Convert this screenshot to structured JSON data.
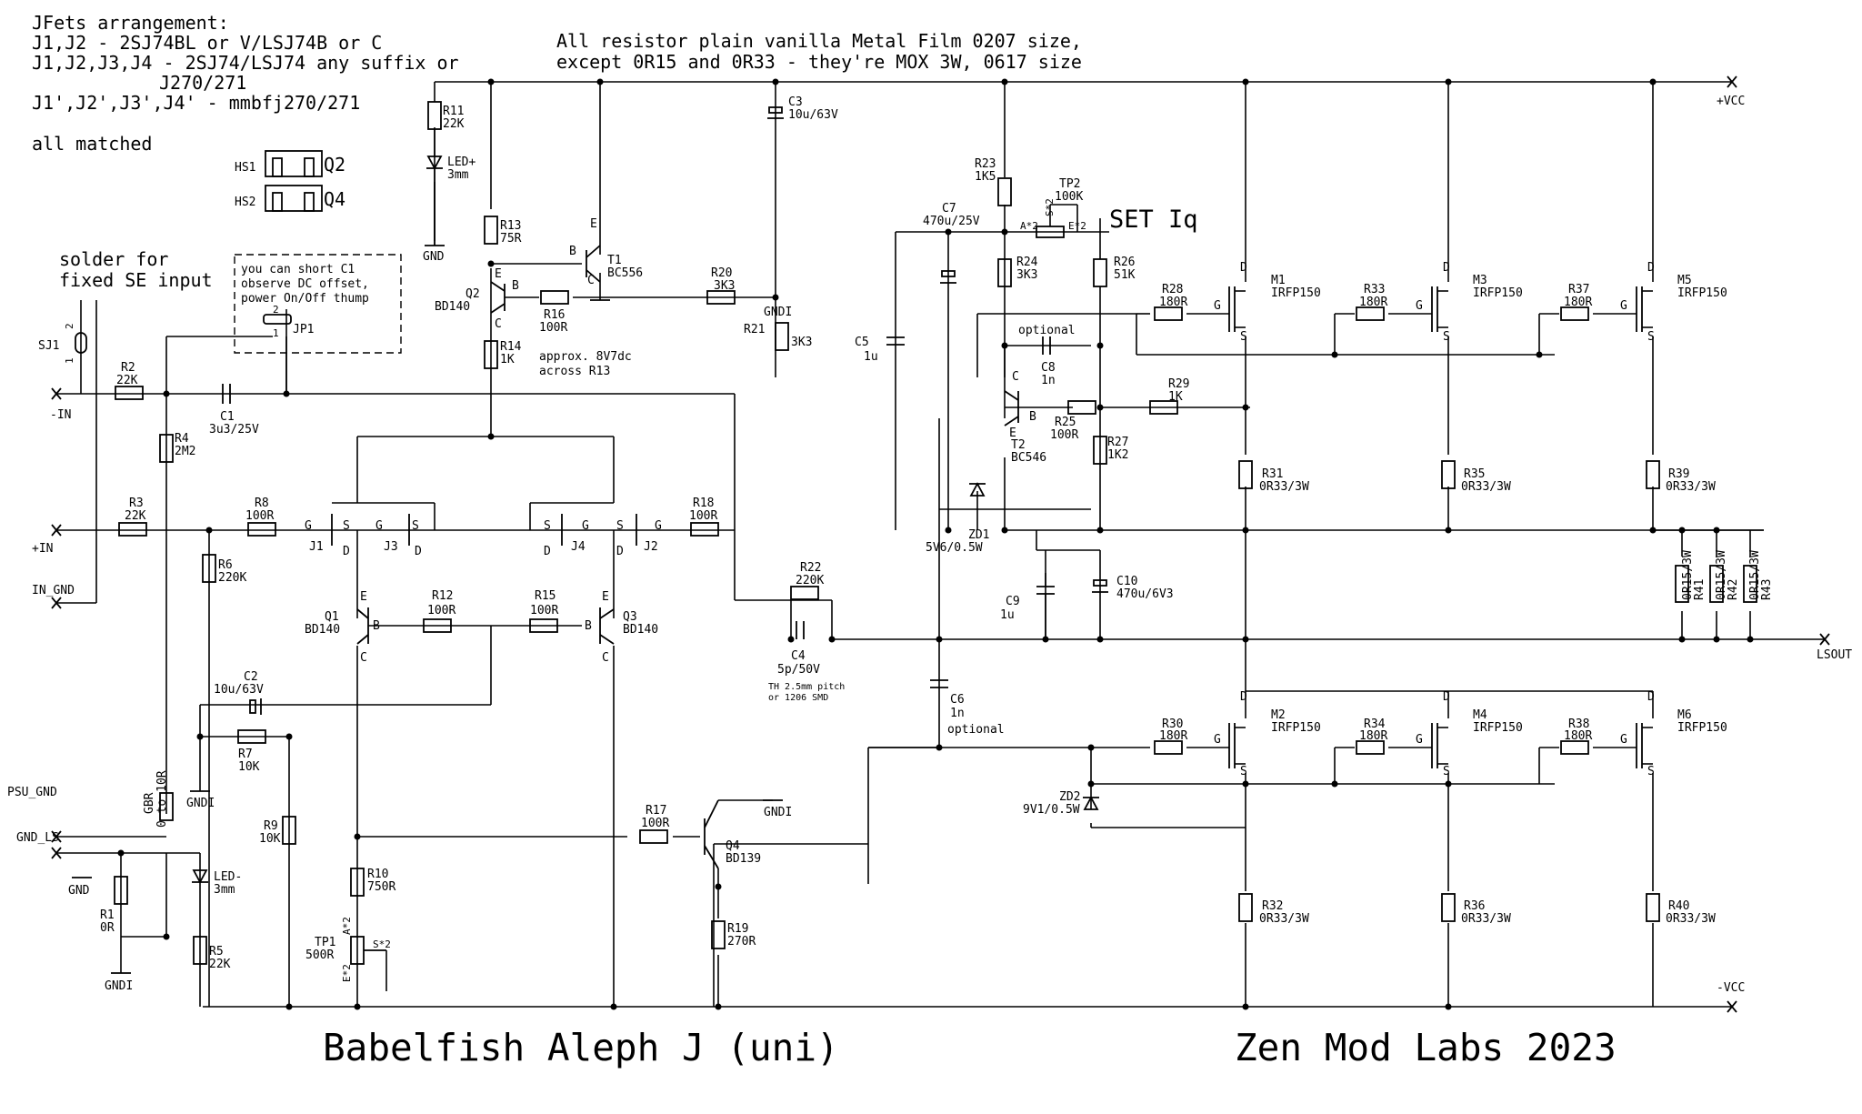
{
  "notes": {
    "jfet": [
      "JFets arrangement:",
      "J1,J2 - 2SJ74BL or V/LSJ74B or C",
      "J1,J2,J3,J4 - 2SJ74/LSJ74 any suffix or",
      "J270/271",
      "J1',J2',J3',J4' - mmbfj270/271",
      "all matched"
    ],
    "resistor": [
      "All resistor plain vanilla Metal Film 0207 size,",
      "except 0R15 and 0R33 - they're MOX 3W, 0617 size"
    ],
    "solder": [
      "solder for",
      "fixed SE input"
    ],
    "short": [
      "you can short C1",
      "observe DC offset,",
      "power On/Off thump"
    ],
    "optional": "optional",
    "approx": [
      "approx. 8V7dc",
      "across R13"
    ],
    "set_iq": "SET Iq",
    "c4_note": [
      "TH 2.5mm pitch",
      "or 1206 SMD"
    ]
  },
  "titles": {
    "left": "Babelfish Aleph J (uni)",
    "right": "Zen Mod Labs 2023"
  },
  "nets": {
    "vcc": "+VCC",
    "nvcc": "-VCC",
    "lsout": "LSOUT",
    "nin": "-IN",
    "pin": "+IN",
    "in_gnd": "IN_GND",
    "psu_gnd": "PSU_GND",
    "gnd_ls": "GND_LS",
    "gnd": "GND",
    "gndi": "GNDI"
  },
  "heatsinks": {
    "hs1": "HS1",
    "hs2": "HS2",
    "q2": "Q2",
    "q4": "Q4"
  },
  "parts": {
    "r1": [
      "R1",
      "0R"
    ],
    "r2": [
      "R2",
      "22K"
    ],
    "r3": [
      "R3",
      "22K"
    ],
    "r4": [
      "R4",
      "2M2"
    ],
    "r5": [
      "R5",
      "22K"
    ],
    "r6": [
      "R6",
      "220K"
    ],
    "r7": [
      "R7",
      "10K"
    ],
    "r8": [
      "R8",
      "100R"
    ],
    "r9": [
      "R9",
      "10K"
    ],
    "r10": [
      "R10",
      "750R"
    ],
    "r11": [
      "R11",
      "22K"
    ],
    "r12": [
      "R12",
      "100R"
    ],
    "r13": [
      "R13",
      "75R"
    ],
    "r14": [
      "R14",
      "1K"
    ],
    "r15": [
      "R15",
      "100R"
    ],
    "r16": [
      "R16",
      "100R"
    ],
    "r17": [
      "R17",
      "100R"
    ],
    "r18": [
      "R18",
      "100R"
    ],
    "r19": [
      "R19",
      "270R"
    ],
    "r20": [
      "R20",
      "3K3"
    ],
    "r21": [
      "R21",
      "3K3"
    ],
    "r22": [
      "R22",
      "220K"
    ],
    "r23": [
      "R23",
      "1K5"
    ],
    "r24": [
      "R24",
      "3K3"
    ],
    "r25": [
      "R25",
      "100R"
    ],
    "r26": [
      "R26",
      "51K"
    ],
    "r27": [
      "R27",
      "1K2"
    ],
    "r28": [
      "R28",
      "180R"
    ],
    "r29": [
      "R29",
      "1K"
    ],
    "r30": [
      "R30",
      "180R"
    ],
    "r31": [
      "R31",
      "0R33/3W"
    ],
    "r32": [
      "R32",
      "0R33/3W"
    ],
    "r33": [
      "R33",
      "180R"
    ],
    "r34": [
      "R34",
      "180R"
    ],
    "r35": [
      "R35",
      "0R33/3W"
    ],
    "r36": [
      "R36",
      "0R33/3W"
    ],
    "r37": [
      "R37",
      "180R"
    ],
    "r38": [
      "R38",
      "180R"
    ],
    "r39": [
      "R39",
      "0R33/3W"
    ],
    "r40": [
      "R40",
      "0R33/3W"
    ],
    "r41": [
      "R41",
      "0R15/3W"
    ],
    "r42": [
      "R42",
      "0R15/3W"
    ],
    "r43": [
      "R43",
      "0R15/3W"
    ],
    "gbr": [
      "GBR",
      "0 to 10R"
    ],
    "c1": [
      "C1",
      "3u3/25V"
    ],
    "c2": [
      "C2",
      "10u/63V"
    ],
    "c3": [
      "C3",
      "10u/63V"
    ],
    "c4": [
      "C4",
      "5p/50V"
    ],
    "c5": [
      "C5",
      "1u"
    ],
    "c6": [
      "C6",
      "1n"
    ],
    "c7": [
      "C7",
      "470u/25V"
    ],
    "c8": [
      "C8",
      "1n"
    ],
    "c9": [
      "C9",
      "1u"
    ],
    "c10": [
      "C10",
      "470u/6V3"
    ],
    "q1": [
      "Q1",
      "BD140"
    ],
    "q2": [
      "Q2",
      "BD140"
    ],
    "q3": [
      "Q3",
      "BD140"
    ],
    "q4": [
      "Q4",
      "BD139"
    ],
    "t1": [
      "T1",
      "BC556"
    ],
    "t2": [
      "T2",
      "BC546"
    ],
    "m1": [
      "M1",
      "IRFP150"
    ],
    "m2": [
      "M2",
      "IRFP150"
    ],
    "m3": [
      "M3",
      "IRFP150"
    ],
    "m4": [
      "M4",
      "IRFP150"
    ],
    "m5": [
      "M5",
      "IRFP150"
    ],
    "m6": [
      "M6",
      "IRFP150"
    ],
    "j1": "J1",
    "j2": "J2",
    "j3": "J3",
    "j4": "J4",
    "zd1": [
      "ZD1",
      "5V6/0.5W"
    ],
    "zd2": [
      "ZD2",
      "9V1/0.5W"
    ],
    "tp1": [
      "TP1",
      "500R"
    ],
    "tp2": [
      "TP2",
      "100K"
    ],
    "led_p": [
      "LED+",
      "3mm"
    ],
    "led_n": [
      "LED-",
      "3mm"
    ],
    "sj1": "SJ1",
    "jp1": "JP1"
  },
  "pins": {
    "g": "G",
    "s": "S",
    "d": "D",
    "b": "B",
    "c": "C",
    "e": "E",
    "a2": "A*2",
    "e2": "E*2",
    "s2": "S*2",
    "one": "1",
    "two": "2"
  }
}
